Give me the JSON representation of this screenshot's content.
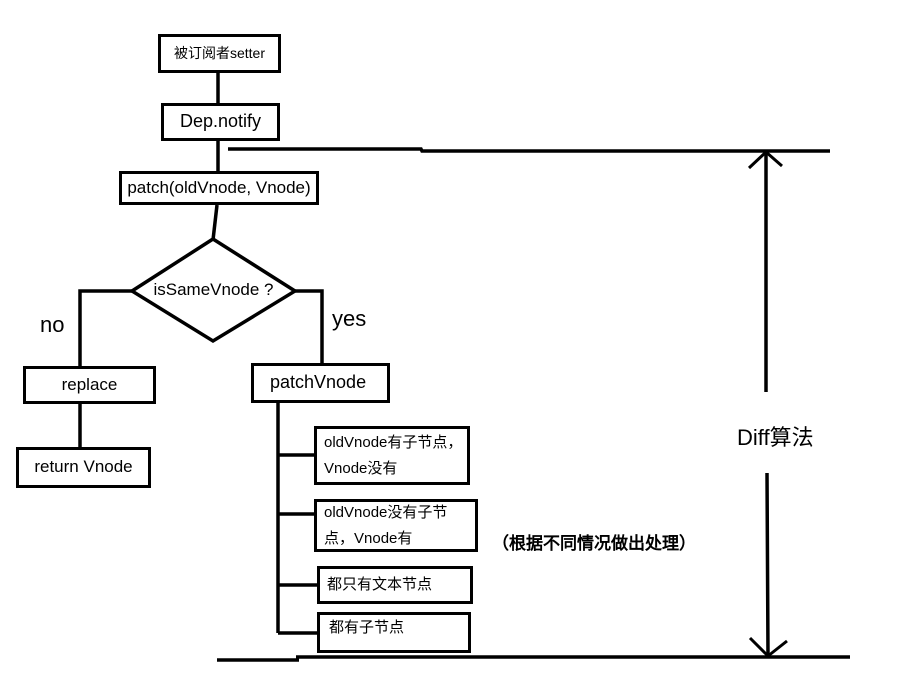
{
  "diagram": {
    "colors": {
      "line": "#000000",
      "background": "#ffffff"
    },
    "nodes": {
      "setter": "被订阅者setter",
      "dep_notify": "Dep.notify",
      "patch": "patch(oldVnode, Vnode)",
      "decision": "isSameVnode ?",
      "replace": "replace",
      "return_vnode": "return Vnode",
      "patch_vnode": "patchVnode",
      "case1_lines": [
        "oldVnode有子节点，",
        "Vnode没有"
      ],
      "case2_lines": [
        "oldVnode没有子节",
        "点，Vnode有"
      ],
      "case3": "都只有文本节点",
      "case4": "都有子节点"
    },
    "labels": {
      "no": "no",
      "yes": "yes",
      "note": "（根据不同情况做出处理）",
      "diff_algorithm": "Diff算法"
    }
  }
}
